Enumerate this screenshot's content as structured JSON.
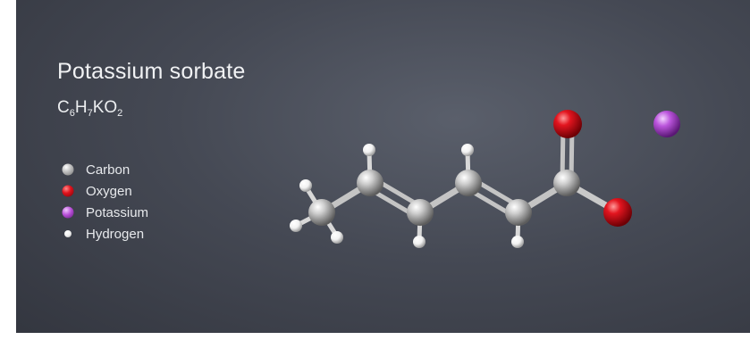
{
  "title": "Potassium sorbate",
  "formula": {
    "c": "C",
    "c_count": "6",
    "h": "H",
    "h_count": "7",
    "rest": "KO",
    "o_count": "2"
  },
  "legend": [
    {
      "label": "Carbon",
      "color": "#b8b8b8",
      "icon": "carbon-atom-sphere"
    },
    {
      "label": "Oxygen",
      "color": "#e0141e",
      "icon": "oxygen-atom-sphere"
    },
    {
      "label": "Potassium",
      "color": "#b84fd8",
      "icon": "potassium-atom-sphere"
    },
    {
      "label": "Hydrogen",
      "color": "#f5f5f5",
      "icon": "hydrogen-atom-sphere"
    }
  ],
  "colors": {
    "background": "#454954",
    "carbon": "#b8b8b8",
    "oxygen": "#e0141e",
    "potassium": "#b84fd8",
    "hydrogen": "#f5f5f5"
  }
}
